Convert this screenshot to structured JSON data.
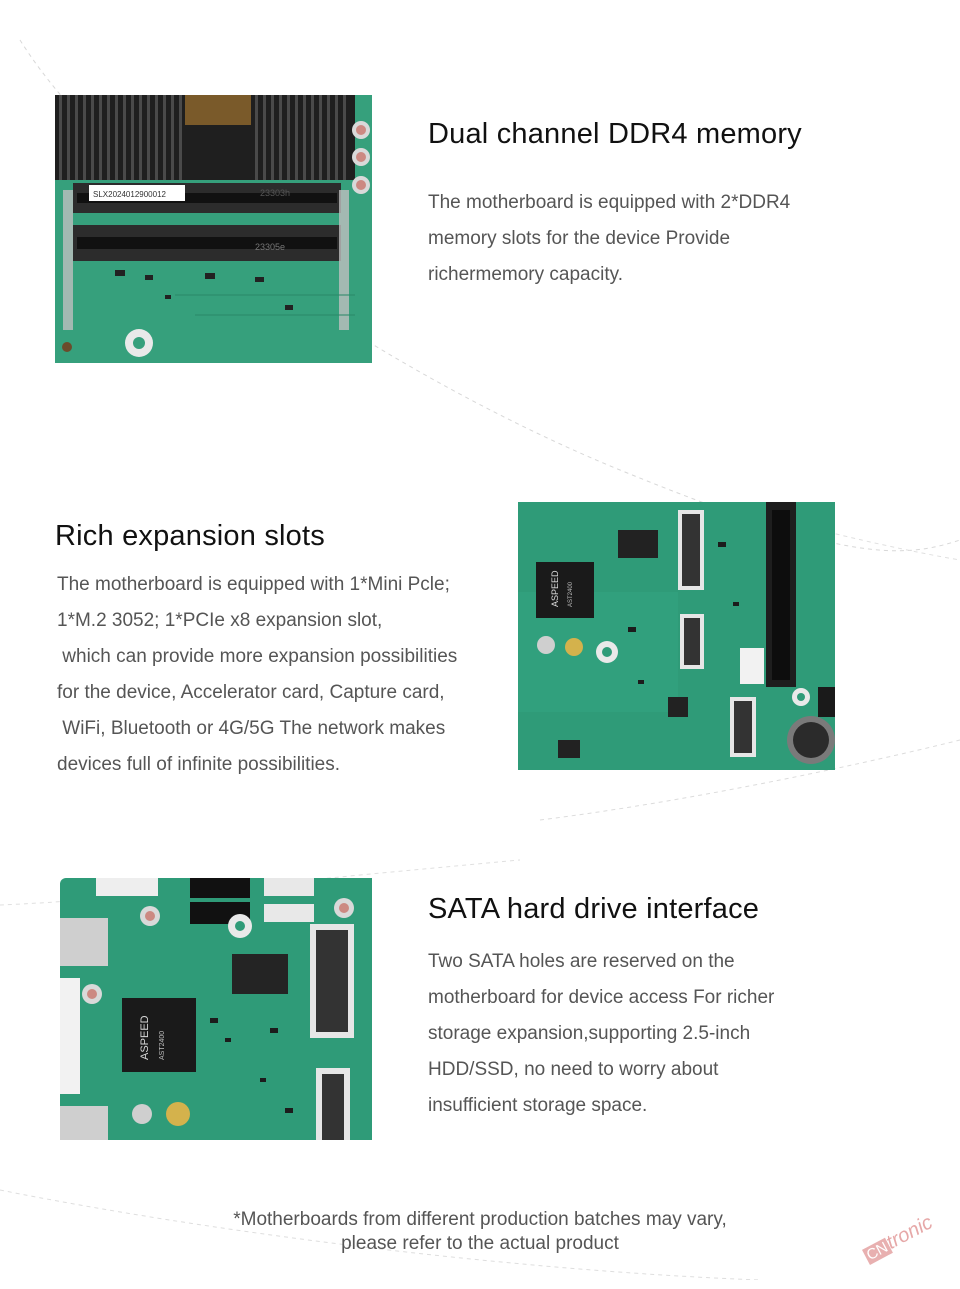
{
  "sections": [
    {
      "title": "Dual channel DDR4 memory",
      "lines": [
        "The motherboard is equipped with 2*DDR4",
        "memory slots for the device Provide",
        "richermemory capacity."
      ],
      "photo": {
        "description": "DDR4 memory slots on motherboard",
        "labels": [
          "SLX2024012900012",
          "23303h",
          "23305e"
        ]
      }
    },
    {
      "title": "Rich expansion slots",
      "lines": [
        "The motherboard is equipped with 1*Mini Pcle;",
        "1*M.2 3052; 1*PCIe x8 expansion slot,",
        " which can provide more expansion possibilities",
        "for the device, Accelerator card, Capture card,",
        " WiFi, Bluetooth or 4G/5G The network makes",
        "devices full of infinite possibilities."
      ],
      "photo": {
        "description": "Expansion slots and ASPEED chip",
        "labels": [
          "ASPEED",
          "AST2400"
        ]
      }
    },
    {
      "title": "SATA hard drive interface",
      "lines": [
        "Two SATA holes are reserved on the",
        "motherboard for device access For richer",
        "storage expansion,supporting 2.5-inch",
        "HDD/SSD, no need to worry about",
        "insufficient storage space."
      ],
      "photo": {
        "description": "SATA connectors on motherboard",
        "labels": [
          "ASPEED",
          "AST2400"
        ]
      }
    }
  ],
  "footnote": {
    "line1": "*Motherboards from different production batches may vary,",
    "line2": "please refer to the actual product"
  },
  "watermark": {
    "badge": "CN",
    "word": "tronic"
  },
  "colors": {
    "pcb_green": "#2f9b78",
    "pcb_dark": "#1f7a5c",
    "heatsink": "#2a2a2a",
    "slot": "#3a3a3a",
    "title": "#111111",
    "body_text": "#555555"
  }
}
